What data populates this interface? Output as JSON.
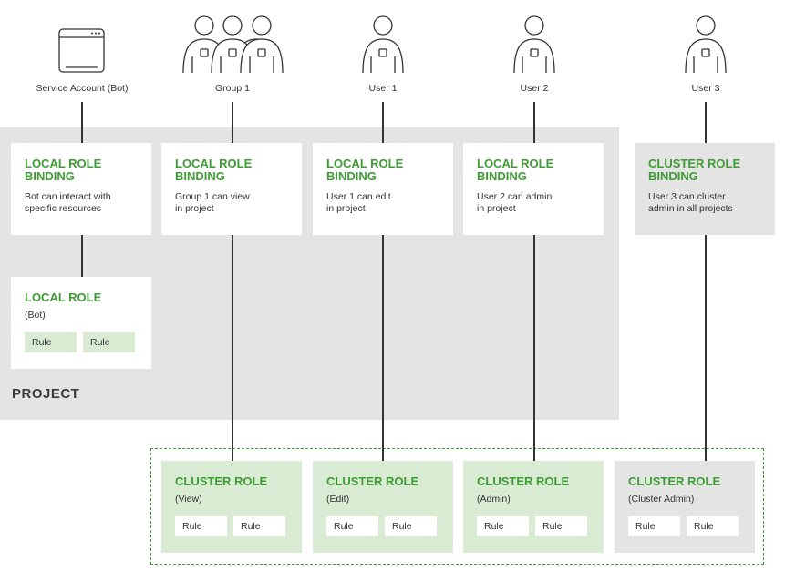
{
  "actors": [
    {
      "label": "Service Account (Bot)",
      "icon": "bot-window-icon"
    },
    {
      "label": "Group 1",
      "icon": "group-icon"
    },
    {
      "label": "User 1",
      "icon": "user-icon"
    },
    {
      "label": "User 2",
      "icon": "user-icon"
    },
    {
      "label": "User 3",
      "icon": "user-icon"
    }
  ],
  "bindings": [
    {
      "title": "LOCAL ROLE\nBINDING",
      "text": "Bot can interact with\nspecific resources"
    },
    {
      "title": "LOCAL ROLE\nBINDING",
      "text": "Group 1 can view\nin project"
    },
    {
      "title": "LOCAL ROLE\nBINDING",
      "text": "User 1 can edit\nin project"
    },
    {
      "title": "LOCAL ROLE\nBINDING",
      "text": "User 2 can admin\nin project"
    },
    {
      "title": "CLUSTER ROLE\nBINDING",
      "text": "User 3 can cluster\nadmin in all projects"
    }
  ],
  "local_role": {
    "title": "LOCAL ROLE",
    "sub": "(Bot)",
    "rules": [
      "Rule",
      "Rule"
    ]
  },
  "project_label": "PROJECT",
  "cluster_roles": [
    {
      "title": "CLUSTER ROLE",
      "sub": "(View)",
      "rules": [
        "Rule",
        "Rule"
      ]
    },
    {
      "title": "CLUSTER ROLE",
      "sub": "(Edit)",
      "rules": [
        "Rule",
        "Rule"
      ]
    },
    {
      "title": "CLUSTER ROLE",
      "sub": "(Admin)",
      "rules": [
        "Rule",
        "Rule"
      ]
    },
    {
      "title": "CLUSTER ROLE",
      "sub": "(Cluster Admin)",
      "rules": [
        "Rule",
        "Rule"
      ]
    }
  ],
  "colors": {
    "accent_green": "#3f9c35",
    "project_grey": "#e4e4e4",
    "role_green": "#d9ecd3"
  }
}
